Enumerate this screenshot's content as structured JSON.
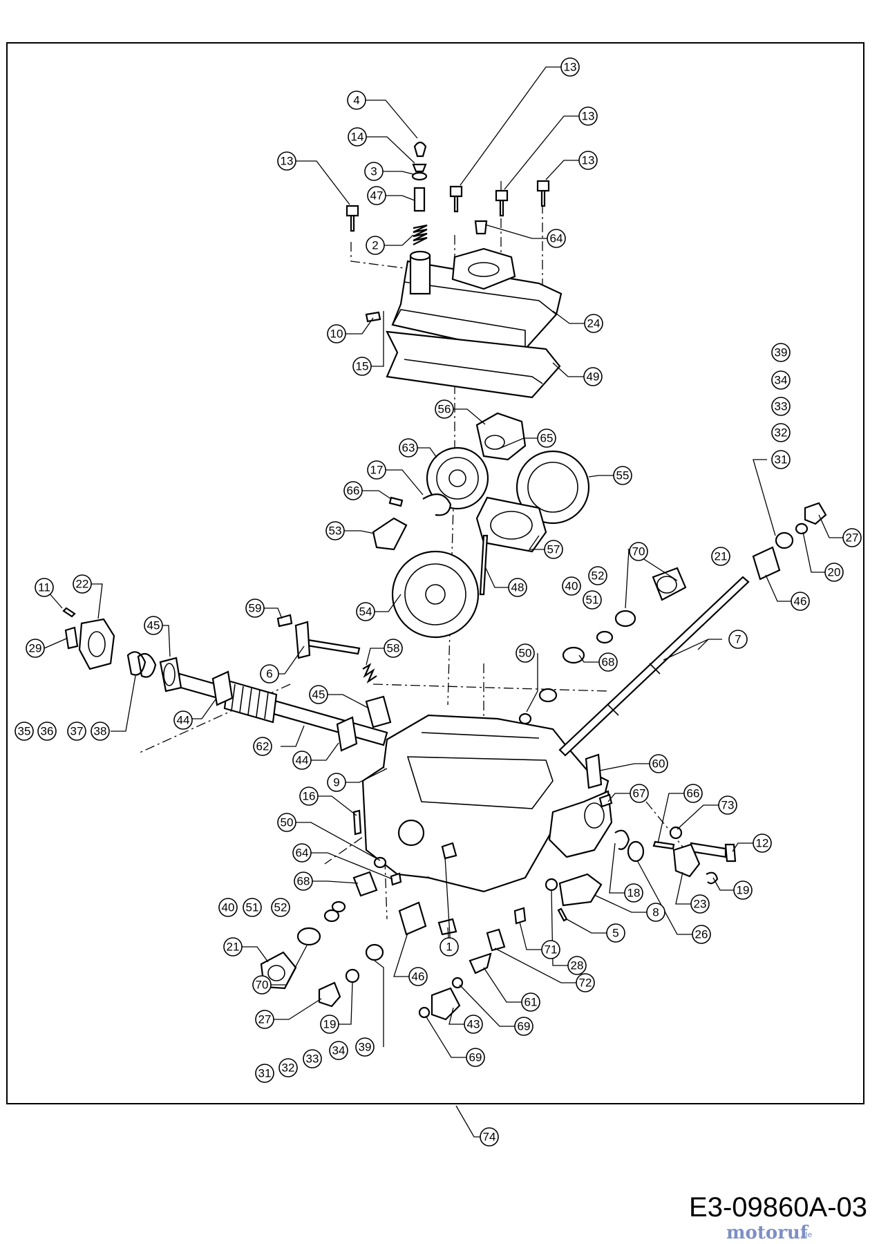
{
  "diagram": {
    "code": "E3-09860A-03",
    "watermark": {
      "word": "motoruf",
      "suffix": ".de"
    },
    "callouts": [
      {
        "id": "c-4",
        "label": "4"
      },
      {
        "id": "c-14",
        "label": "14"
      },
      {
        "id": "c-3",
        "label": "3"
      },
      {
        "id": "c-47",
        "label": "47"
      },
      {
        "id": "c-2",
        "label": "2"
      },
      {
        "id": "c-13a",
        "label": "13"
      },
      {
        "id": "c-13b",
        "label": "13"
      },
      {
        "id": "c-13c",
        "label": "13"
      },
      {
        "id": "c-13d",
        "label": "13"
      },
      {
        "id": "c-64a",
        "label": "64"
      },
      {
        "id": "c-24",
        "label": "24"
      },
      {
        "id": "c-10",
        "label": "10"
      },
      {
        "id": "c-15",
        "label": "15"
      },
      {
        "id": "c-49",
        "label": "49"
      },
      {
        "id": "c-39a",
        "label": "39"
      },
      {
        "id": "c-34a",
        "label": "34"
      },
      {
        "id": "c-33a",
        "label": "33"
      },
      {
        "id": "c-32a",
        "label": "32"
      },
      {
        "id": "c-31a",
        "label": "31"
      },
      {
        "id": "c-27a",
        "label": "27"
      },
      {
        "id": "c-20",
        "label": "20"
      },
      {
        "id": "c-46a",
        "label": "46"
      },
      {
        "id": "c-56",
        "label": "56"
      },
      {
        "id": "c-65",
        "label": "65"
      },
      {
        "id": "c-63",
        "label": "63"
      },
      {
        "id": "c-55",
        "label": "55"
      },
      {
        "id": "c-17",
        "label": "17"
      },
      {
        "id": "c-66a",
        "label": "66"
      },
      {
        "id": "c-53",
        "label": "53"
      },
      {
        "id": "c-57",
        "label": "57"
      },
      {
        "id": "c-70a",
        "label": "70"
      },
      {
        "id": "c-21a",
        "label": "21"
      },
      {
        "id": "c-52a",
        "label": "52"
      },
      {
        "id": "c-40a",
        "label": "40"
      },
      {
        "id": "c-51a",
        "label": "51"
      },
      {
        "id": "c-48",
        "label": "48"
      },
      {
        "id": "c-54",
        "label": "54"
      },
      {
        "id": "c-7",
        "label": "7"
      },
      {
        "id": "c-68a",
        "label": "68"
      },
      {
        "id": "c-11",
        "label": "11"
      },
      {
        "id": "c-22",
        "label": "22"
      },
      {
        "id": "c-29",
        "label": "29"
      },
      {
        "id": "c-45a",
        "label": "45"
      },
      {
        "id": "c-59",
        "label": "59"
      },
      {
        "id": "c-58",
        "label": "58"
      },
      {
        "id": "c-6",
        "label": "6"
      },
      {
        "id": "c-50a",
        "label": "50"
      },
      {
        "id": "c-44a",
        "label": "44"
      },
      {
        "id": "c-45b",
        "label": "45"
      },
      {
        "id": "c-35",
        "label": "35"
      },
      {
        "id": "c-36",
        "label": "36"
      },
      {
        "id": "c-37",
        "label": "37"
      },
      {
        "id": "c-38",
        "label": "38"
      },
      {
        "id": "c-62",
        "label": "62"
      },
      {
        "id": "c-44b",
        "label": "44"
      },
      {
        "id": "c-60",
        "label": "60"
      },
      {
        "id": "c-9",
        "label": "9"
      },
      {
        "id": "c-67",
        "label": "67"
      },
      {
        "id": "c-66b",
        "label": "66"
      },
      {
        "id": "c-73",
        "label": "73"
      },
      {
        "id": "c-16",
        "label": "16"
      },
      {
        "id": "c-12",
        "label": "12"
      },
      {
        "id": "c-50b",
        "label": "50"
      },
      {
        "id": "c-64b",
        "label": "64"
      },
      {
        "id": "c-18",
        "label": "18"
      },
      {
        "id": "c-23",
        "label": "23"
      },
      {
        "id": "c-19a",
        "label": "19"
      },
      {
        "id": "c-68b",
        "label": "68"
      },
      {
        "id": "c-40b",
        "label": "40"
      },
      {
        "id": "c-51b",
        "label": "51"
      },
      {
        "id": "c-52b",
        "label": "52"
      },
      {
        "id": "c-8",
        "label": "8"
      },
      {
        "id": "c-5",
        "label": "5"
      },
      {
        "id": "c-26",
        "label": "26"
      },
      {
        "id": "c-21b",
        "label": "21"
      },
      {
        "id": "c-1",
        "label": "1"
      },
      {
        "id": "c-71",
        "label": "71"
      },
      {
        "id": "c-28",
        "label": "28"
      },
      {
        "id": "c-70b",
        "label": "70"
      },
      {
        "id": "c-46b",
        "label": "46"
      },
      {
        "id": "c-72",
        "label": "72"
      },
      {
        "id": "c-61",
        "label": "61"
      },
      {
        "id": "c-27b",
        "label": "27"
      },
      {
        "id": "c-19b",
        "label": "19"
      },
      {
        "id": "c-43",
        "label": "43"
      },
      {
        "id": "c-69a",
        "label": "69"
      },
      {
        "id": "c-69b",
        "label": "69"
      },
      {
        "id": "c-31b",
        "label": "31"
      },
      {
        "id": "c-32b",
        "label": "32"
      },
      {
        "id": "c-33b",
        "label": "33"
      },
      {
        "id": "c-34b",
        "label": "34"
      },
      {
        "id": "c-39b",
        "label": "39"
      },
      {
        "id": "c-74",
        "label": "74"
      }
    ]
  }
}
